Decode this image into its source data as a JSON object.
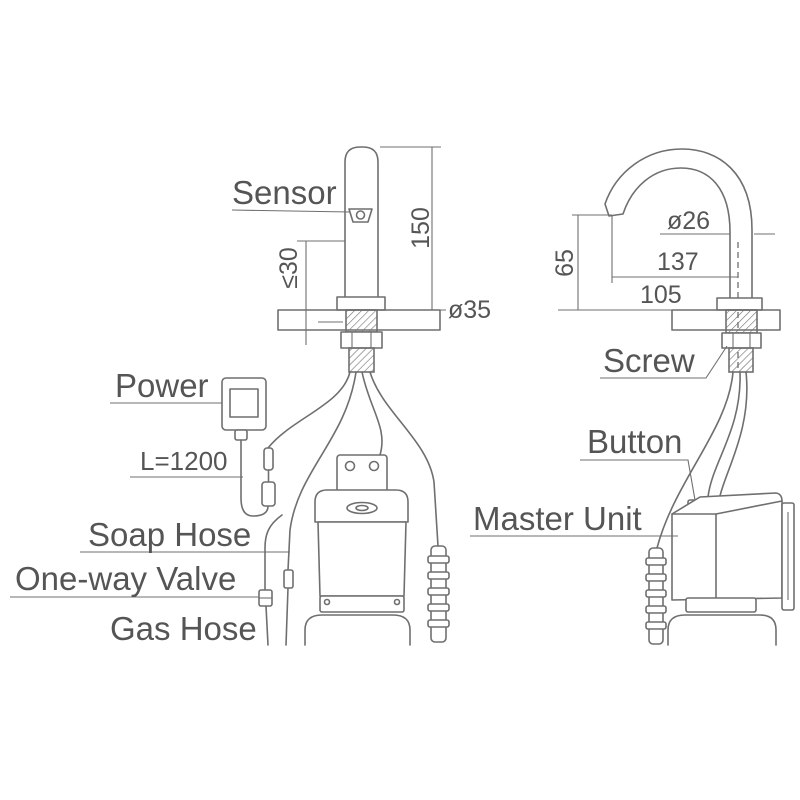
{
  "front_view": {
    "sensor": "Sensor",
    "height": "150",
    "deck_thickness": "≤30",
    "hole_diameter": "ø35",
    "power": "Power",
    "cable_length": "L=1200",
    "soap_hose": "Soap Hose",
    "one_way_valve": "One-way Valve",
    "gas_hose": "Gas Hose"
  },
  "side_view": {
    "spout_diameter": "ø26",
    "spout_height": "65",
    "spout_reach": "137",
    "offset": "105",
    "screw": "Screw",
    "button": "Button",
    "master_unit": "Master Unit"
  },
  "colors": {
    "line": "#6f6f6f",
    "text": "#555555",
    "background": "#ffffff"
  }
}
